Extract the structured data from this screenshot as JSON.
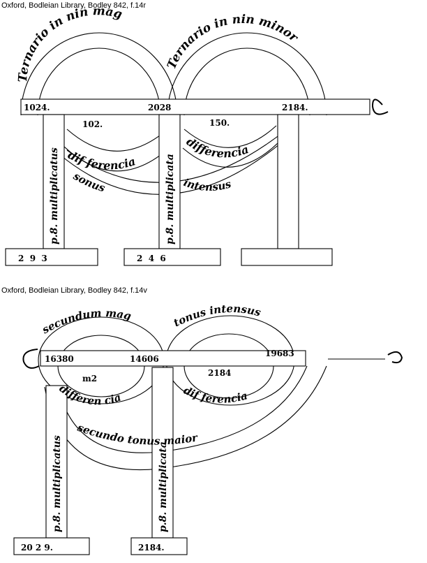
{
  "folio_r": {
    "caption": "Oxford, Bodleian Library, Bodley 842, f.14r",
    "arc_left": "Ternario in nin mag",
    "arc_right": "Ternario in nin minor",
    "bar_left": "1024.",
    "bar_mid": "2028",
    "bar_right": "2184.",
    "inner_left_num": "102.",
    "inner_right_num": "150.",
    "inner_left_word": "dif ferencia",
    "inner_right_word": "differencia",
    "lower_left_word": "sonus",
    "lower_right_word": "intensus",
    "pillar_left": "p.8. multiplicatus",
    "pillar_mid": "p.8. multiplicata",
    "foot_left": "2  9  3",
    "foot_mid": "2  4  6"
  },
  "folio_v": {
    "caption": "Oxford, Bodleian Library, Bodley 842, f.14v",
    "arc_left": "secundum mag",
    "arc_right": "tonus intensus",
    "bar_left": "16380",
    "bar_mid": "14606",
    "bar_right": "19683",
    "inner_left_num": "m2",
    "inner_right_num": "2184",
    "inner_left_word": "differen cia",
    "inner_right_word": "dif ferencia",
    "lower_word": "secundo tonus maior",
    "pillar_left": "p.8. multiplicatus",
    "pillar_mid": "p.8. multiplicata",
    "foot_left": "20 2 9.",
    "foot_mid": "2184."
  }
}
